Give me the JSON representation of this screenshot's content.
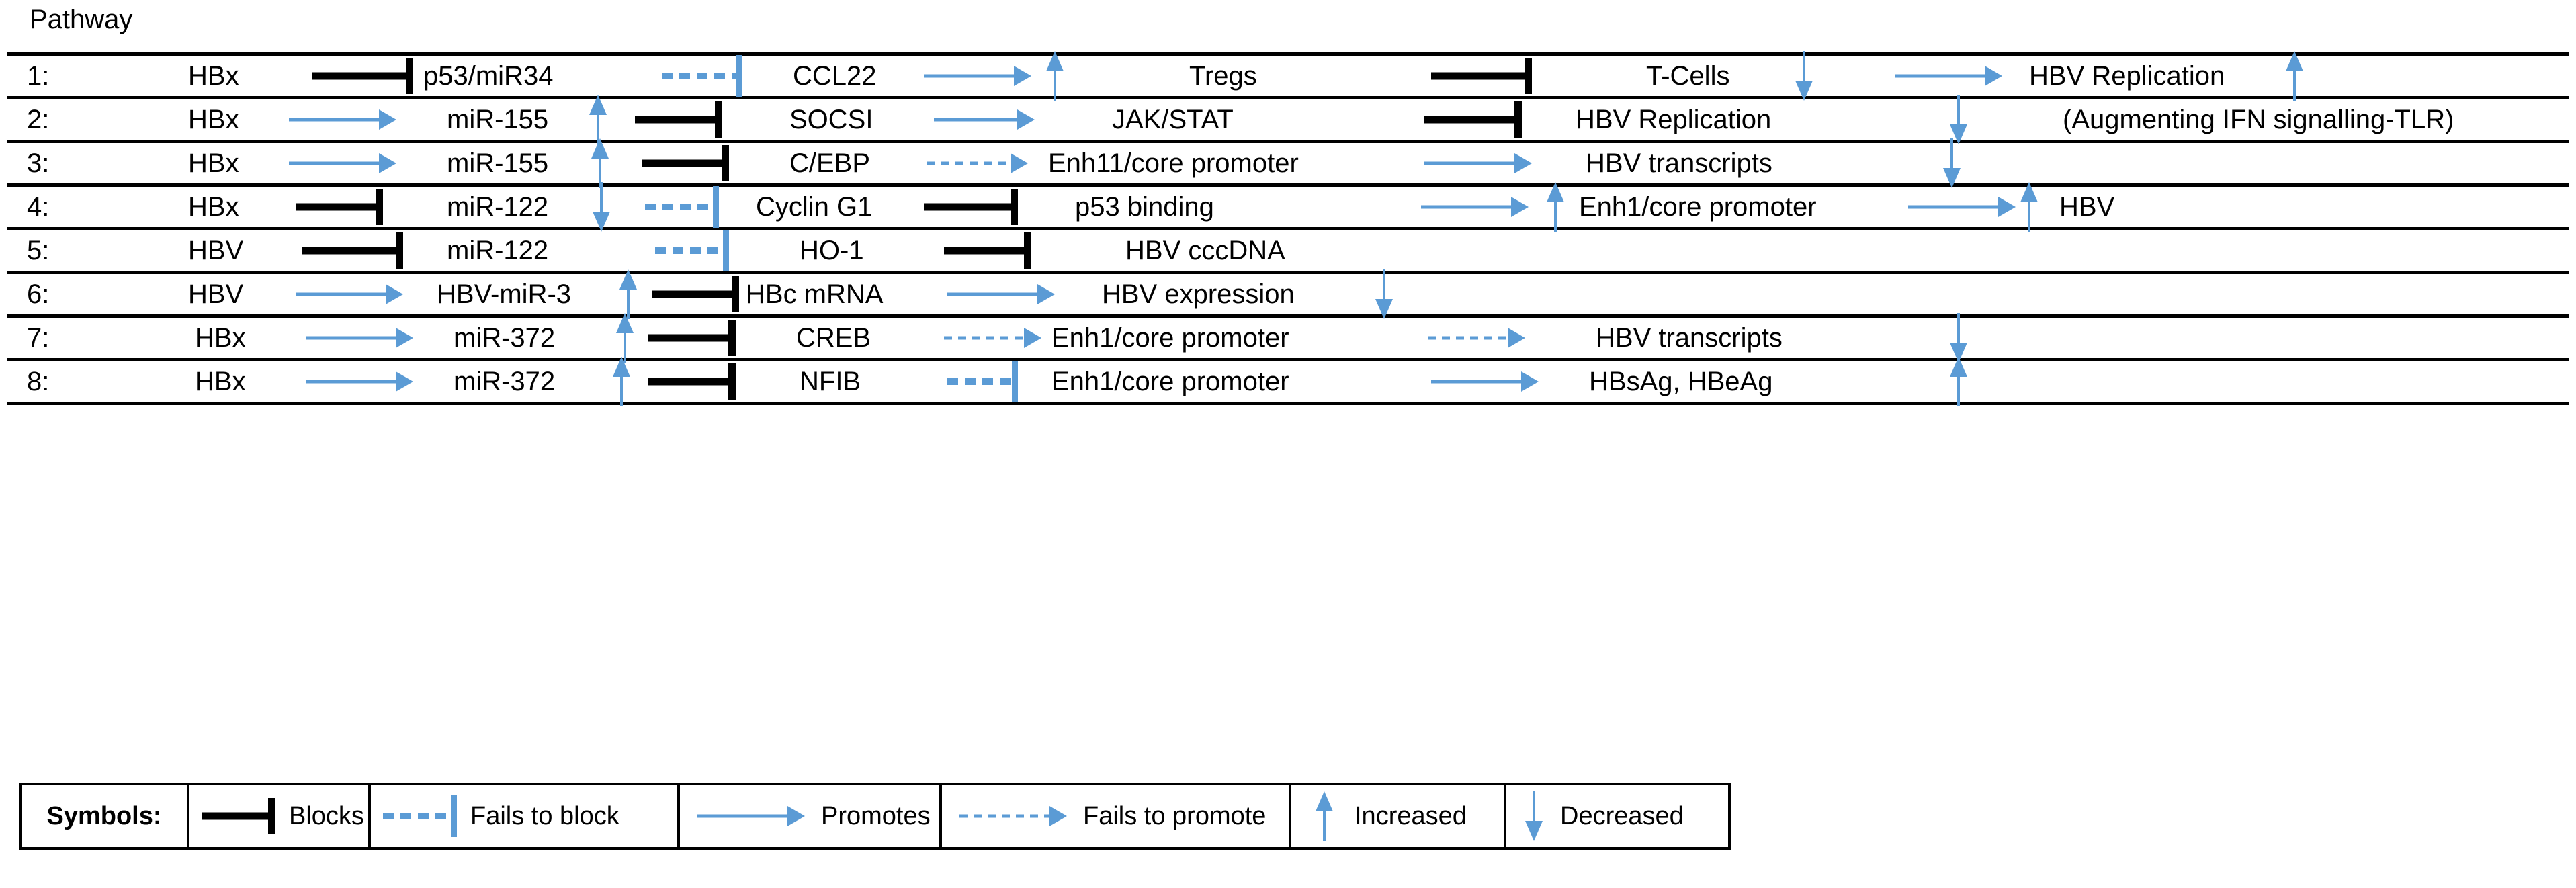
{
  "title": "Pathway",
  "blue": "#5B9BD5",
  "black": "#000000",
  "rows": [
    {
      "number": "1:",
      "nodes": [
        "HBx",
        "p53/miR34",
        "CCL22",
        "Tregs",
        "T-Cells",
        "HBV Replication"
      ],
      "connectors": [
        "blocks",
        "fails-to-block",
        "promotes",
        "blocks",
        "promotes"
      ],
      "indicators": [
        "increased-after-CCL22",
        "decreased-after-T-Cells",
        "increased-after-HBV-Replication"
      ]
    },
    {
      "number": "2:",
      "nodes": [
        "HBx",
        "miR-155",
        "SOCSI",
        "JAK/STAT",
        "HBV Replication",
        "(Augmenting IFN signalling-TLR)"
      ],
      "connectors": [
        "promotes",
        "blocks",
        "promotes",
        "blocks"
      ],
      "indicators": [
        "increased-after-miR-155",
        "decreased-after-HBV-Replication"
      ]
    },
    {
      "number": "3:",
      "nodes": [
        "HBx",
        "miR-155",
        "C/EBP",
        "Enh11/core promoter",
        "HBV transcripts"
      ],
      "connectors": [
        "promotes",
        "blocks",
        "fails-to-promote",
        "promotes"
      ],
      "indicators": [
        "increased-after-miR-155",
        "decreased-after-HBV-transcripts"
      ]
    },
    {
      "number": "4:",
      "nodes": [
        "HBx",
        "miR-122",
        "Cyclin G1",
        "p53 binding",
        "Enh1/core promoter",
        "HBV"
      ],
      "connectors": [
        "blocks",
        "fails-to-block",
        "blocks",
        "promotes",
        "promotes"
      ],
      "indicators": [
        "decreased-after-miR-122",
        "increased-before-Enh1",
        "increased-before-HBV"
      ]
    },
    {
      "number": "5:",
      "nodes": [
        "HBV",
        "miR-122",
        "HO-1",
        "HBV cccDNA"
      ],
      "connectors": [
        "blocks",
        "fails-to-block",
        "blocks"
      ],
      "indicators": []
    },
    {
      "number": "6:",
      "nodes": [
        "HBV",
        "HBV-miR-3",
        "HBc mRNA",
        "HBV expression"
      ],
      "connectors": [
        "promotes",
        "blocks",
        "promotes"
      ],
      "indicators": [
        "increased-after-HBV-miR-3",
        "decreased-after-HBV-expression"
      ]
    },
    {
      "number": "7:",
      "nodes": [
        "HBx",
        "miR-372",
        "CREB",
        "Enh1/core promoter",
        "HBV transcripts"
      ],
      "connectors": [
        "promotes",
        "blocks",
        "fails-to-promote",
        "fails-to-promote"
      ],
      "indicators": [
        "increased-after-miR-372",
        "decreased-after-HBV-transcripts"
      ]
    },
    {
      "number": "8:",
      "nodes": [
        "HBx",
        "miR-372",
        "NFIB",
        "Enh1/core promoter",
        "HBsAg, HBeAg"
      ],
      "connectors": [
        "promotes",
        "blocks",
        "fails-to-block",
        "promotes"
      ],
      "indicators": [
        "increased-after-miR-372",
        "increased-after-HBsAg-HBeAg"
      ]
    }
  ],
  "legend": {
    "heading": "Symbols:",
    "items": [
      {
        "symbol": "blocks-icon",
        "label": "Blocks"
      },
      {
        "symbol": "fails-to-block-icon",
        "label": "Fails to block"
      },
      {
        "symbol": "promotes-icon",
        "label": "Promotes"
      },
      {
        "symbol": "fails-to-promote-icon",
        "label": "Fails to promote"
      },
      {
        "symbol": "up-arrow-icon",
        "label": "Increased"
      },
      {
        "symbol": "down-arrow-icon",
        "label": "Decreased"
      }
    ]
  }
}
